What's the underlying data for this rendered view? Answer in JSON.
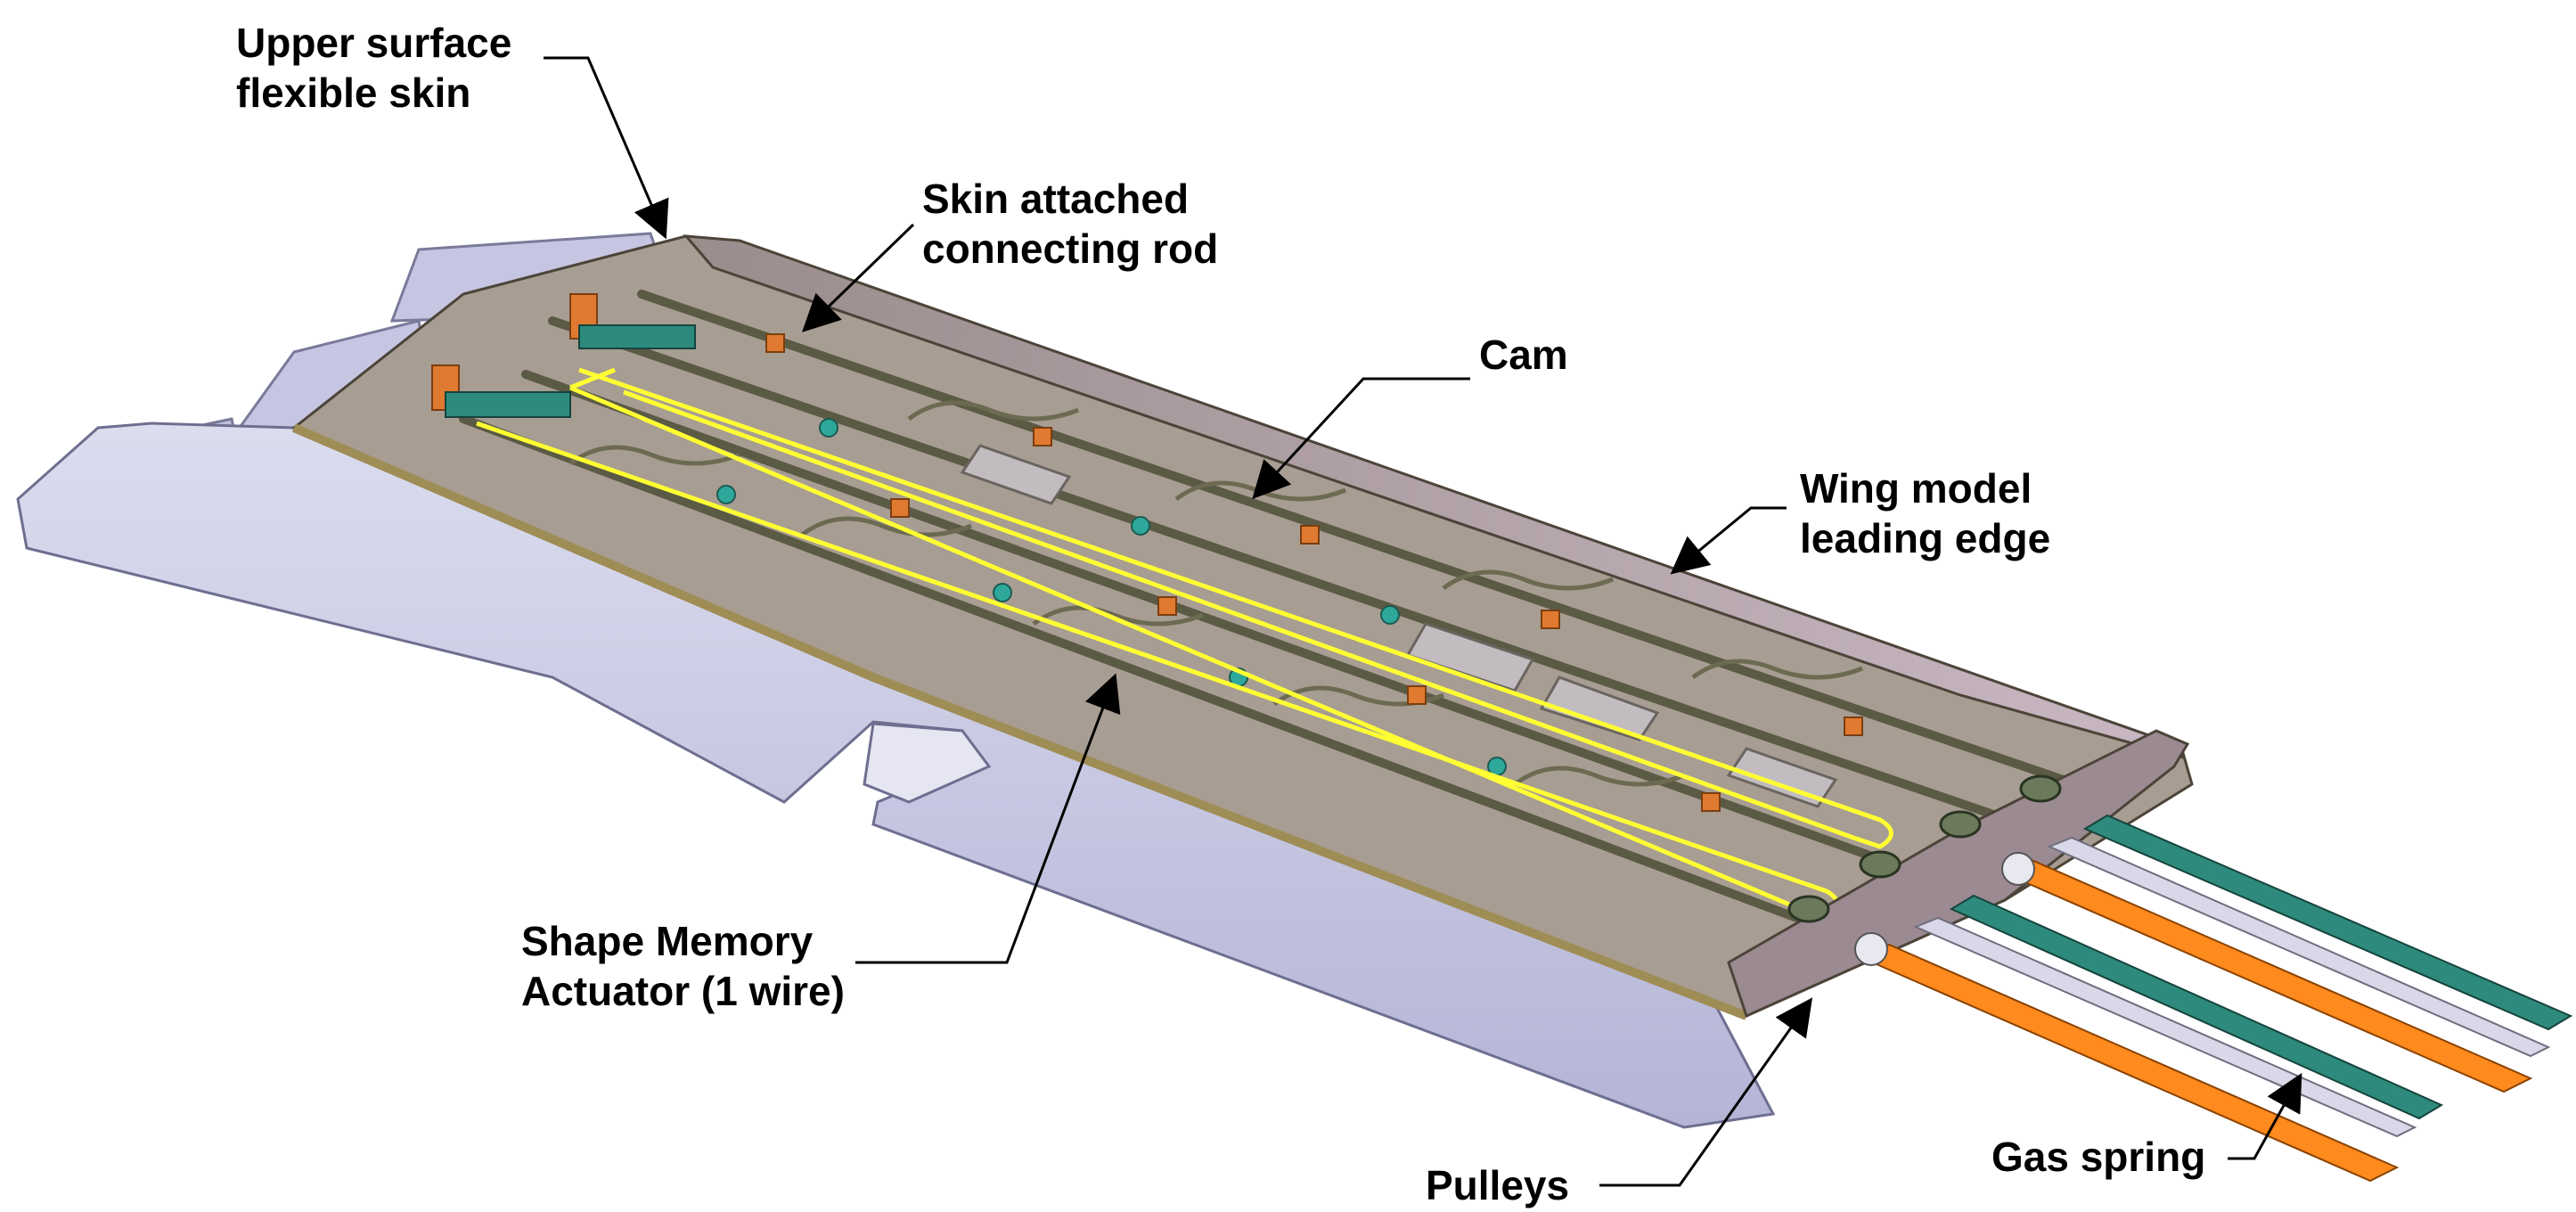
{
  "labels": {
    "upper_surface": [
      "Upper surface",
      "flexible skin"
    ],
    "skin_rod": [
      "Skin attached",
      "connecting rod"
    ],
    "cam": "Cam",
    "wing_leading_edge": [
      "Wing model",
      "leading edge"
    ],
    "sma": [
      "Shape Memory",
      "Actuator (1 wire)"
    ],
    "pulleys": "Pulleys",
    "gas_spring": "Gas spring"
  },
  "colors": {
    "skin": "#c9c9e3",
    "skin_dark": "#a9a9cc",
    "frame": "#8d8068",
    "interior": "#a69a8c",
    "rib": "#5a5a45",
    "sma_wire": "#ffff33",
    "gas_spring_orange": "#ff8a1e",
    "gas_spring_teal": "#2e8a7c",
    "bracket_orange": "#e07a30",
    "teal_part": "#2ea89a"
  }
}
